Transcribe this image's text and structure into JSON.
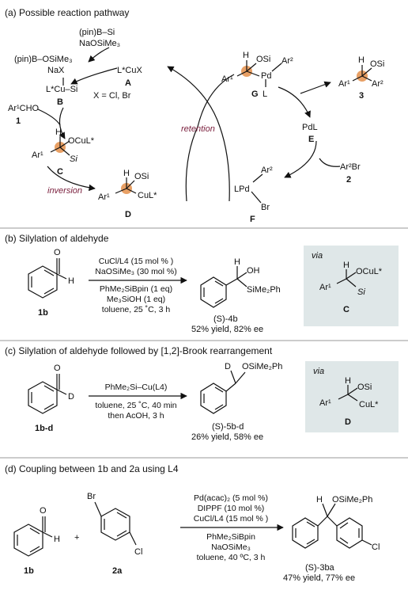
{
  "colors": {
    "retention": "#7a1f3d",
    "inversion": "#7a1f3d",
    "highlight": "#e8a065",
    "via_box": "#dfe7e8",
    "separator": "#bbbbbb"
  },
  "panel_a": {
    "title": "(a) Possible reaction pathway",
    "reagent1": "(pin)B–Si",
    "reagent2": "NaOSiMe₃",
    "byproduct1": "(pin)B–OSiMe₃",
    "byproduct2": "NaX",
    "A_formula": "L*CuX",
    "A_label": "A",
    "halides": "X = Cl, Br",
    "B_formula": "L*Cu–Si",
    "B_label": "B",
    "aldehyde1": "Ar¹CHO",
    "aldehyde1_label": "1",
    "C_OCu": "OCuL*",
    "C_Si": "Si",
    "C_Ar": "Ar¹",
    "C_H": "H",
    "C_label": "C",
    "inversion": "inversion",
    "D_OSi": "OSi",
    "D_Cu": "CuL*",
    "D_Ar": "Ar¹",
    "D_H": "H",
    "D_label": "D",
    "retention": "retention",
    "G_H": "H",
    "G_OSi": "OSi",
    "G_Ar1": "Ar¹",
    "G_Pd": "Pd",
    "G_L": "L",
    "G_Ar2": "Ar²",
    "G_label": "G",
    "P3_H": "H",
    "P3_OSi": "OSi",
    "P3_Ar1": "Ar¹",
    "P3_Ar2": "Ar²",
    "P3_label": "3",
    "E_formula": "PdL",
    "E_label": "E",
    "ArBr": "Ar²Br",
    "ArBr_label": "2",
    "F_Ar2": "Ar²",
    "F_LPd": "LPd",
    "F_Br": "Br",
    "F_label": "F"
  },
  "panel_b": {
    "title": "(b) Silylation of aldehyde",
    "sm_H": "H",
    "sm_label": "1b",
    "cond1": "CuCl/L4 (15 mol % )",
    "cond2": "NaOSiMe₃ (30 mol %)",
    "cond3": "PhMe₂SiBpin (1 eq)",
    "cond4": "Me₃SiOH (1 eq)",
    "cond5": "toluene, 25 ˚C, 3 h",
    "prod_H": "H",
    "prod_OH": "OH",
    "prod_Si": "SiMe₂Ph",
    "prod_label": "(S)-4b",
    "yield": "52% yield, 82% ee",
    "via": "via",
    "via_H": "H",
    "via_O": "OCuL*",
    "via_Ar": "Ar¹",
    "via_Si": "Si",
    "via_label": "C"
  },
  "panel_c": {
    "title": "(c) Silylation of aldehyde followed by [1,2]-Brook rearrangement",
    "sm_D": "D",
    "sm_label": "1b-d",
    "cond1": "PhMe₂Si–Cu(L4)",
    "cond2": "toluene, 25 ˚C, 40 min",
    "cond3": "then AcOH, 3 h",
    "prod_D": "D",
    "prod_O": "OSiMe₂Ph",
    "prod_label": "(S)-5b-d",
    "yield": "26% yield, 58% ee",
    "via": "via",
    "via_H": "H",
    "via_O": "OSi",
    "via_Ar": "Ar¹",
    "via_Cu": "CuL*",
    "via_label": "D"
  },
  "panel_d": {
    "title": "(d) Coupling between 1b and 2a using L4",
    "sm1_H": "H",
    "sm1_label": "1b",
    "plus": "+",
    "sm2_Br": "Br",
    "sm2_Cl": "Cl",
    "sm2_label": "2a",
    "cond1": "Pd(acac)₂ (5 mol %)",
    "cond2": "DIPPF (10 mol %)",
    "cond3": "CuCl/L4 (15 mol % )",
    "cond4": "PhMe₂SiBpin",
    "cond5": "NaOSiMe₃",
    "cond6": "toluene, 40 ºC, 3 h",
    "prod_H": "H",
    "prod_O": "OSiMe₂Ph",
    "prod_Cl": "Cl",
    "prod_label": "(S)-3ba",
    "yield": "47% yield, 77% ee"
  }
}
